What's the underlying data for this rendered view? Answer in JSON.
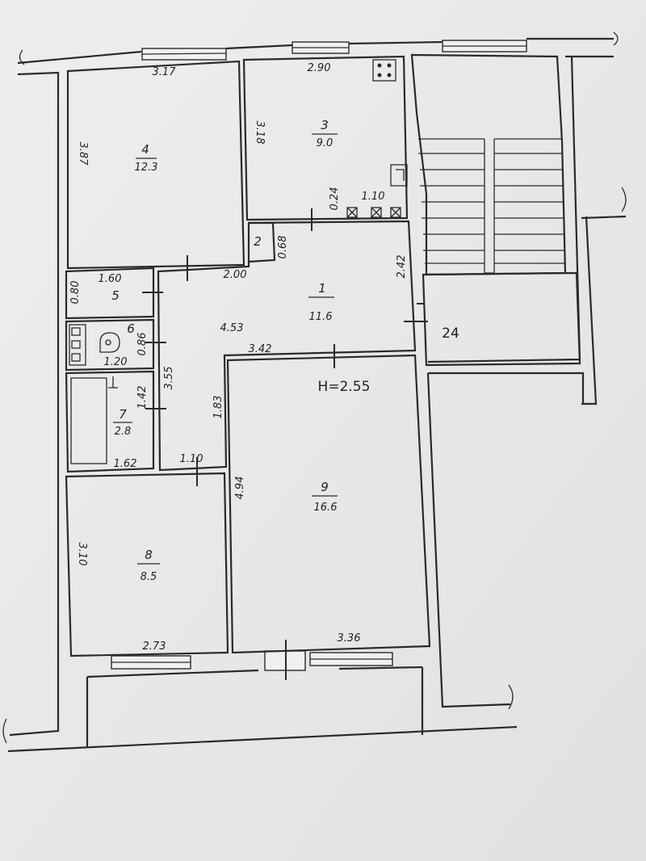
{
  "rooms": [
    {
      "number": "1",
      "area": "11.6"
    },
    {
      "number": "2",
      "area": ""
    },
    {
      "number": "3",
      "area": "9.0"
    },
    {
      "number": "4",
      "area": "12.3"
    },
    {
      "number": "5",
      "area": ""
    },
    {
      "number": "6",
      "area": ""
    },
    {
      "number": "7",
      "area": "2.8"
    },
    {
      "number": "8",
      "area": "8.5"
    },
    {
      "number": "9",
      "area": "16.6"
    }
  ],
  "dimensions": {
    "r4_width": "3.17",
    "r4_height": "3.87",
    "r3_width": "2.90",
    "r3_height": "3.18",
    "r3_small_a": "0.24",
    "r3_small_b": "1.10",
    "hall_width": "2.00",
    "hall_height": "0.68",
    "hall_right": "2.42",
    "hall_long": "4.53",
    "hall_inner": "3.42",
    "r5_width": "1.60",
    "r5_height": "0.80",
    "r6_width": "1.20",
    "r6_height": "0.86",
    "r7_height": "1.42",
    "r7_width": "1.62",
    "corridor_height": "3.55",
    "corridor_lower": "1.83",
    "corridor_width": "1.10",
    "r9_height": "4.94",
    "r9_width": "3.36",
    "r8_height": "3.10",
    "r8_width": "2.73"
  },
  "ceiling_height": "H=2.55",
  "stair_number": "24",
  "colors": {
    "line": "#2a2a2a",
    "paper": "#e6e8ea"
  }
}
